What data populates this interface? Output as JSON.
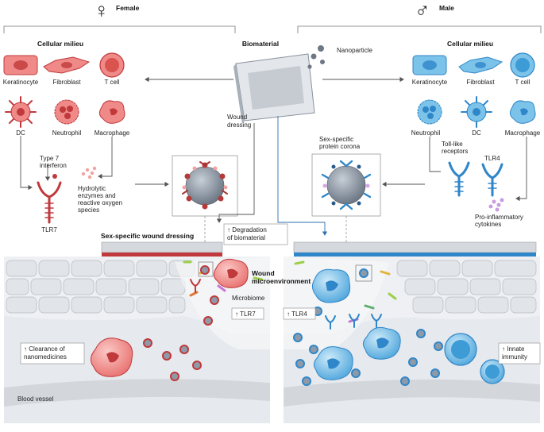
{
  "header": {
    "female_symbol": "♀",
    "female_label": "Female",
    "male_symbol": "♂",
    "male_label": "Male"
  },
  "female": {
    "cellular_milieu": "Cellular milieu",
    "cells_row1": [
      "Keratinocyte",
      "Fibroblast",
      "T cell"
    ],
    "cells_row2": [
      "DC",
      "Neutrophil",
      "Macrophage"
    ],
    "type7_interferon": [
      "Type 7",
      "interferon"
    ],
    "hydrolytic": [
      "Hydrolytic",
      "enzymes and",
      "reactive oxygen",
      "species"
    ],
    "tlr7": "TLR7",
    "dressing_title": "Sex-specific wound dressing",
    "clearance": [
      "↑ Clearance of",
      "nanomedicines"
    ],
    "blood_vessel": "Blood vessel",
    "up_tlr7": "↑ TLR7"
  },
  "center": {
    "biomaterial": "Biomaterial",
    "nanoparticle": "Nanoparticle",
    "wound_dressing": [
      "Wound",
      "dressing"
    ],
    "degradation": [
      "↑ Degradation",
      "of biomaterial"
    ],
    "wound_micro": [
      "Wound",
      "microenvironment"
    ],
    "microbiome": "Microbiome"
  },
  "male": {
    "cellular_milieu": "Cellular milieu",
    "cells_row1": [
      "Keratinocyte",
      "Fibroblast",
      "T cell"
    ],
    "cells_row2": [
      "Neutrophil",
      "DC",
      "Macrophage"
    ],
    "protein_corona": [
      "Sex-specific",
      "protein corona"
    ],
    "tlr_receptors": [
      "Toll-like",
      "receptors"
    ],
    "tlr4": "TLR4",
    "pro_inflam": [
      "Pro-inflammatory",
      "cytokines"
    ],
    "up_tlr4": "↑ TLR4",
    "innate": [
      "↑ Innate",
      "immunity"
    ]
  },
  "colors": {
    "female_accent": "#c0393b",
    "female_cell": "#ef8a88",
    "male_accent": "#2f86c9",
    "male_cell": "#7cc3ea",
    "np_core": "#8e9aa8"
  }
}
